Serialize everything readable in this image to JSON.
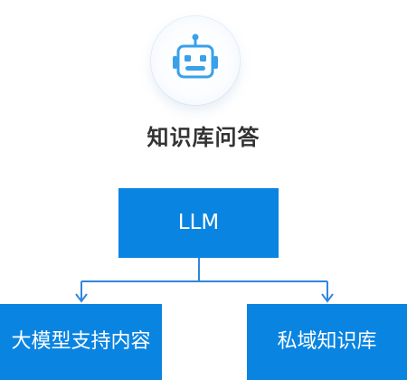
{
  "icon": "robot-icon",
  "title": "知识库问答",
  "nodes": {
    "llm": "LLM",
    "left": "大模型支持内容",
    "right": "私域知识库"
  },
  "colors": {
    "box": "#0a84e1",
    "connector": "#2f86e0",
    "icon": "#3aa0ea",
    "title": "#333333"
  }
}
